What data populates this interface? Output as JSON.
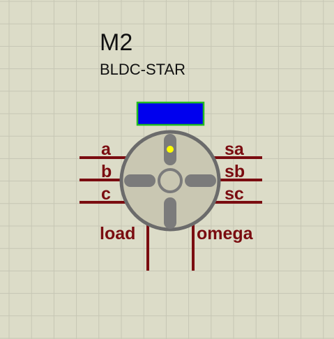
{
  "component": {
    "designator": "M2",
    "type": "BLDC-STAR"
  },
  "pins": {
    "left": [
      "a",
      "b",
      "c"
    ],
    "right": [
      "sa",
      "sb",
      "sc"
    ],
    "bottom": [
      "load",
      "omega"
    ]
  },
  "colors": {
    "background": "#dcdcc8",
    "grid": "#c6c6b4",
    "wire": "#7a0c10",
    "label": "#7a0c10",
    "body_fill": "#c9c7b2",
    "body_stroke": "#6b6b6b",
    "spoke": "#7b7b7b",
    "indicator_fill": "#0000ee",
    "indicator_stroke": "#22bb22",
    "pivot_dot": "#ffff00"
  }
}
